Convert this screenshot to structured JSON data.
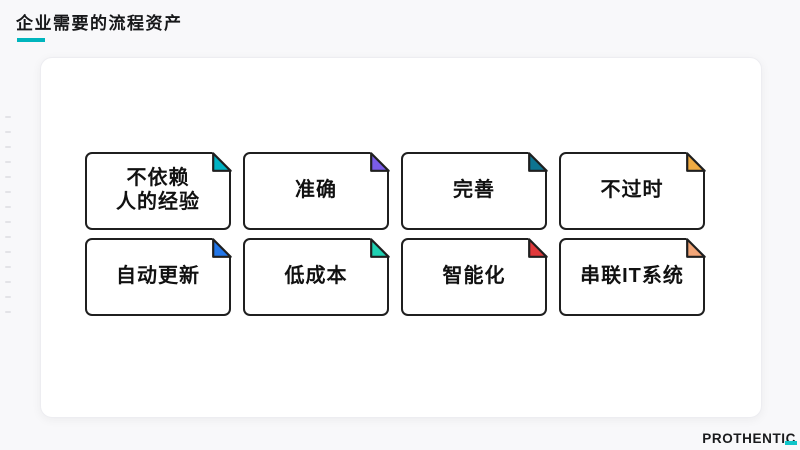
{
  "header": {
    "title": "企业需要的流程资产",
    "accent_color": "#00b5bd"
  },
  "cards": [
    {
      "label": "不依赖\n人的经验",
      "fold_color": "#00b3c4"
    },
    {
      "label": "准确",
      "fold_color": "#7a5ce8"
    },
    {
      "label": "完善",
      "fold_color": "#0e7490"
    },
    {
      "label": "不过时",
      "fold_color": "#f0ab42"
    },
    {
      "label": "自动更新",
      "fold_color": "#2276e8"
    },
    {
      "label": "低成本",
      "fold_color": "#1fd1b2"
    },
    {
      "label": "智能化",
      "fold_color": "#e0393b"
    },
    {
      "label": "串联IT系统",
      "fold_color": "#f2a678"
    }
  ],
  "footer": {
    "logo_main": "PROTHENTI",
    "logo_accent": "C",
    "logo_accent_color": "#0fc5c9"
  }
}
